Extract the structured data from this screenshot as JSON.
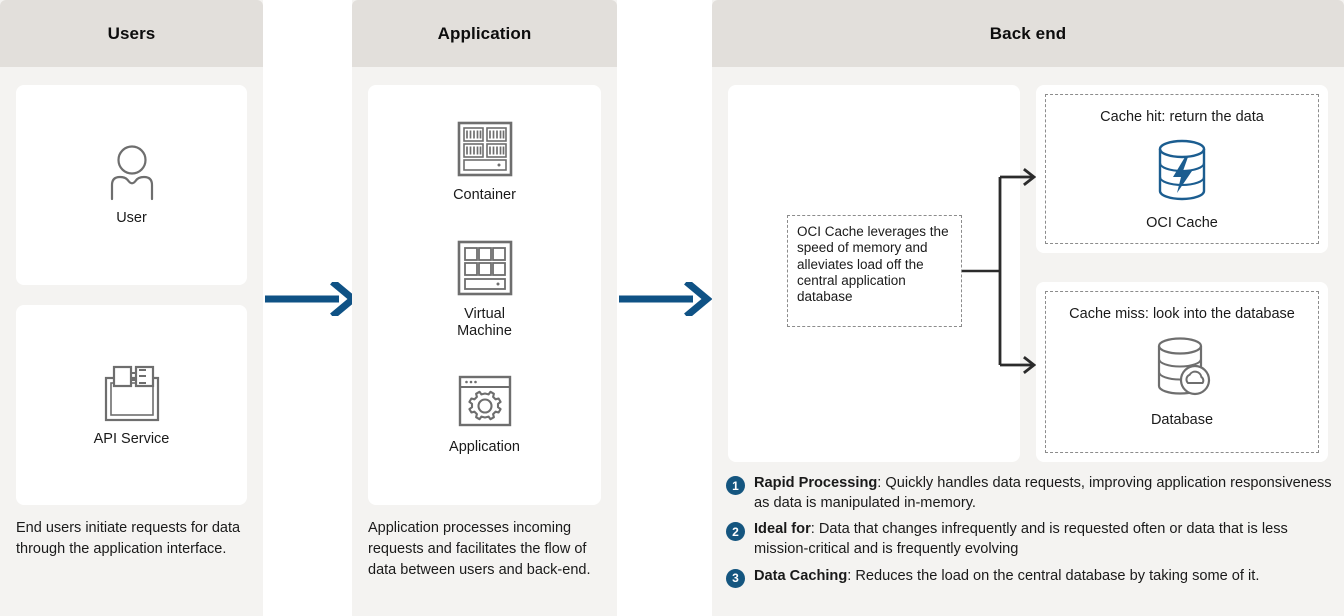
{
  "colors": {
    "header_band": "#e2dfdb",
    "column_bg": "#f4f3f1",
    "card_bg": "#ffffff",
    "arrow_blue": "#0f5285",
    "badge_blue": "#14557f",
    "cache_icon_blue": "#1b5d90",
    "icon_gray": "#6e6e6e",
    "connector": "#2b2b2b",
    "dashed_border": "#8c8c8c"
  },
  "columns": [
    {
      "id": "users",
      "title": "Users",
      "nodes": [
        {
          "label": "User",
          "icon": "user-icon"
        },
        {
          "label": "API Service",
          "icon": "api-service-icon"
        }
      ],
      "caption": "End users initiate requests for data through the application interface."
    },
    {
      "id": "application",
      "title": "Application",
      "nodes": [
        {
          "label": "Container",
          "icon": "container-icon"
        },
        {
          "label": "Virtual Machine",
          "icon": "virtual-machine-icon"
        },
        {
          "label": "Application",
          "icon": "application-gear-icon"
        }
      ],
      "caption": "Application processes incoming requests and facilitates the flow of data between users and back-end."
    },
    {
      "id": "backend",
      "title": "Back end",
      "note": "OCI Cache leverages the speed of memory and alleviates load off the central application database",
      "branches": [
        {
          "title": "Cache hit: return the data",
          "label": "OCI Cache",
          "icon": "oci-cache-cylinder-icon"
        },
        {
          "title": "Cache miss: look into the database",
          "label": "Database",
          "icon": "database-cylinder-cloud-icon"
        }
      ],
      "bullets": [
        {
          "number": "1",
          "term": "Rapid Processing",
          "text": ": Quickly handles data requests, improving application responsiveness as data is manipulated in-memory."
        },
        {
          "number": "2",
          "term": "Ideal for",
          "text": ": Data that changes infrequently and is requested often or data that is less mission-critical and is frequently evolving"
        },
        {
          "number": "3",
          "term": "Data Caching",
          "text": ": Reduces the load on the central database by taking some of it."
        }
      ]
    }
  ],
  "flow_arrows": [
    {
      "name": "users-to-application",
      "direction": "right"
    },
    {
      "name": "application-to-backend",
      "direction": "right"
    }
  ]
}
